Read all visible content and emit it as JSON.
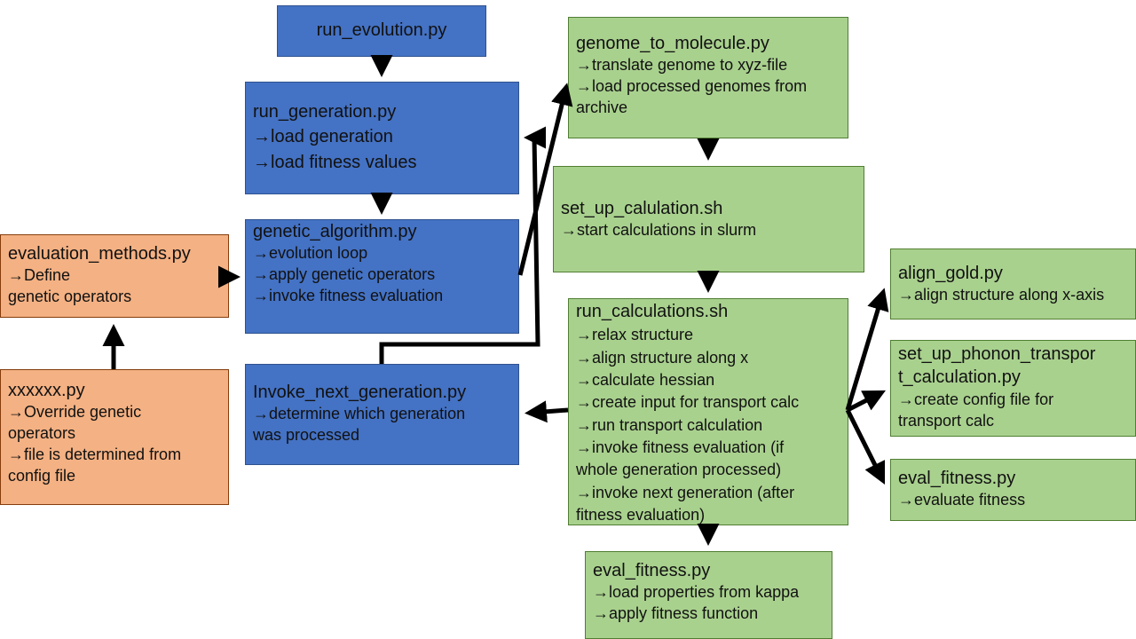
{
  "boxes": {
    "run_evolution": {
      "title": "run_evolution.py",
      "lines": []
    },
    "run_generation": {
      "title": "run_generation.py",
      "lines": [
        "→load generation",
        "→load fitness values"
      ]
    },
    "genetic_algorithm": {
      "title": "genetic_algorithm.py",
      "lines": [
        "→evolution loop",
        "→apply genetic operators",
        "→invoke fitness evaluation"
      ]
    },
    "evaluation_methods": {
      "title": "evaluation_methods.py",
      "lines": [
        "→Define",
        " genetic operators"
      ]
    },
    "xxxxxx": {
      "title": "xxxxxx.py",
      "lines": [
        "→Override genetic",
        "operators",
        "→file is determined from",
        "config file"
      ]
    },
    "invoke_next_generation": {
      "title": "Invoke_next_generation.py",
      "lines": [
        "→determine which generation",
        "was processed"
      ]
    },
    "genome_to_molecule": {
      "title": "genome_to_molecule.py",
      "lines": [
        "→translate genome to xyz-file",
        "→load processed genomes from",
        "archive"
      ]
    },
    "set_up_calculation": {
      "title": "set_up_calulation.sh",
      "lines": [
        "→start calculations in slurm"
      ]
    },
    "run_calculations": {
      "title": "run_calculations.sh",
      "lines": [
        "→relax structure",
        "→align structure along x",
        "→calculate hessian",
        "→create input for transport calc",
        "→run transport calculation",
        "→invoke fitness evaluation (if",
        "whole generation processed)",
        "→invoke next generation (after",
        "fitness evaluation)"
      ]
    },
    "eval_fitness_bottom": {
      "title": "eval_fitness.py",
      "lines": [
        "→load properties from kappa",
        "→apply fitness function"
      ]
    },
    "align_gold": {
      "title": "align_gold.py",
      "lines": [
        "→align structure along x-axis"
      ]
    },
    "set_up_phonon": {
      "title": "set_up_phonon_transpor",
      "title2": "t_calculation.py",
      "lines": [
        "→create config file for",
        "transport calc"
      ]
    },
    "eval_fitness_right": {
      "title": "eval_fitness.py",
      "lines": [
        "→evaluate fitness"
      ]
    }
  },
  "colors": {
    "blue": "#4472c4",
    "green": "#a9d18e",
    "orange": "#f4b183",
    "arrow": "#000000"
  }
}
